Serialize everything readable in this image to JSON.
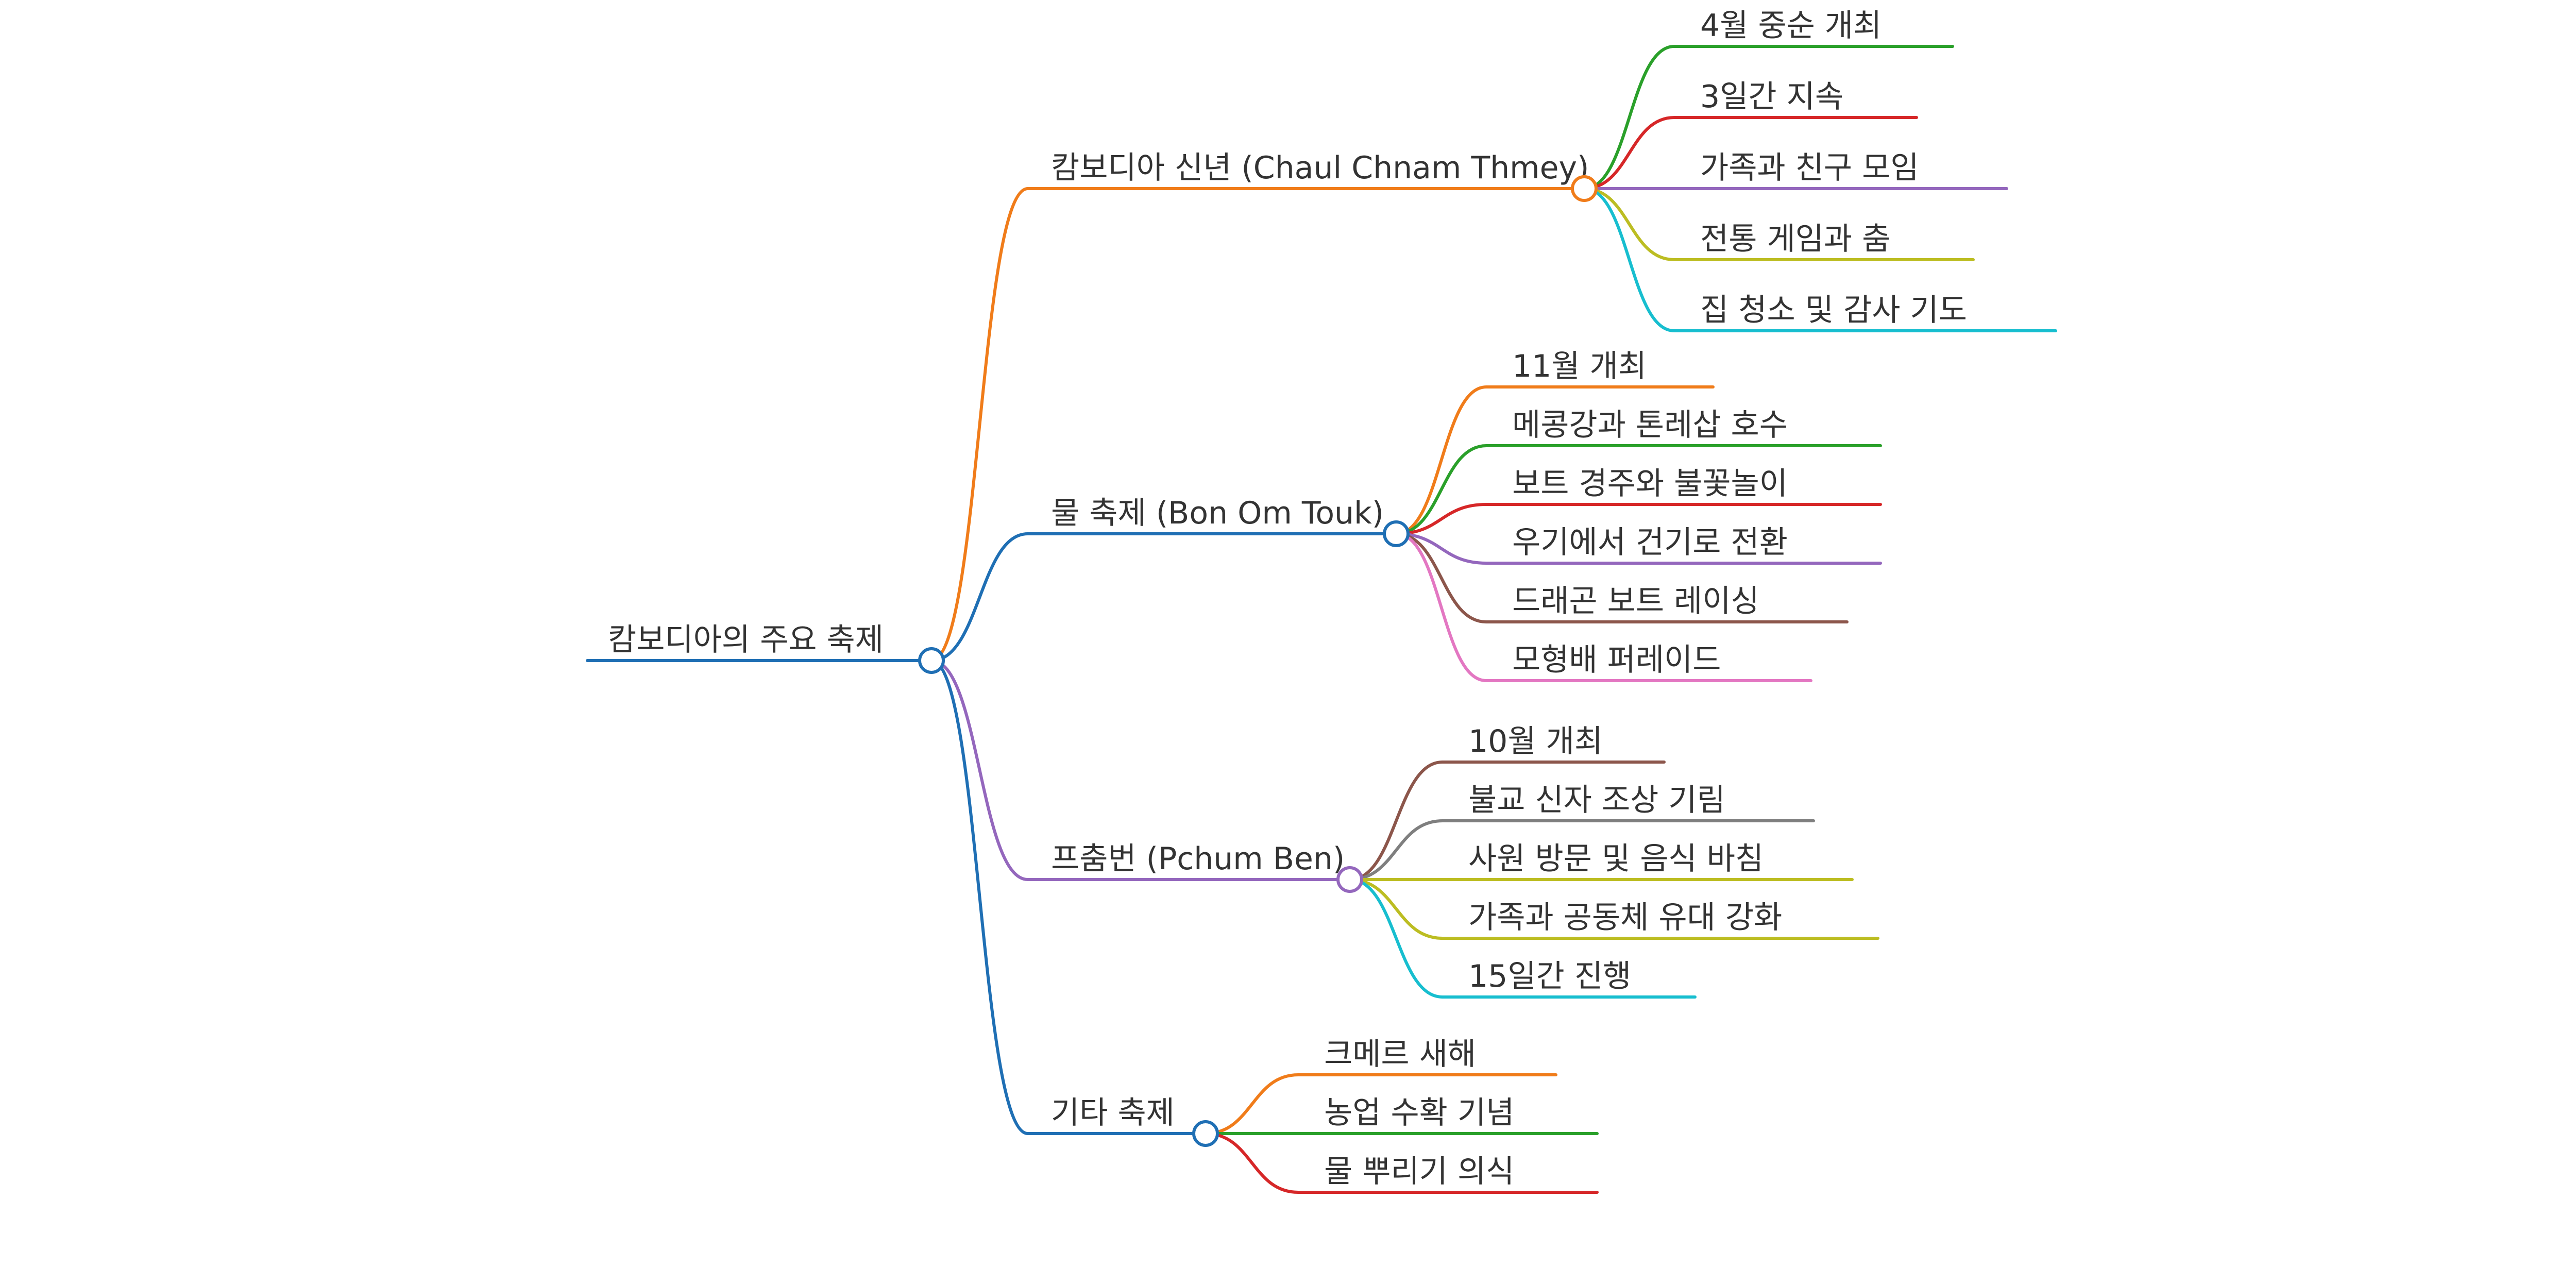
{
  "root": {
    "label": "캄보디아의 주요 축제",
    "color": "#1f6fb4"
  },
  "branches": [
    {
      "id": "new-year",
      "label": "캄보디아 신년 (Chaul Chnam Thmey)",
      "color": "#f07c1a",
      "children": [
        {
          "label": "4월 중순 개최",
          "color": "#2aa02a"
        },
        {
          "label": "3일간 지속",
          "color": "#d62728"
        },
        {
          "label": "가족과 친구 모임",
          "color": "#9467bd"
        },
        {
          "label": "전통 게임과 춤",
          "color": "#bcbd22"
        },
        {
          "label": "집 청소 및 감사 기도",
          "color": "#17becf"
        }
      ]
    },
    {
      "id": "water-festival",
      "label": "물 축제 (Bon Om Touk)",
      "color": "#1f6fb4",
      "children": [
        {
          "label": "11월 개최",
          "color": "#f07c1a"
        },
        {
          "label": "메콩강과 톤레삽 호수",
          "color": "#2aa02a"
        },
        {
          "label": "보트 경주와 불꽃놀이",
          "color": "#d62728"
        },
        {
          "label": "우기에서 건기로 전환",
          "color": "#9467bd"
        },
        {
          "label": "드래곤 보트 레이싱",
          "color": "#8c564b"
        },
        {
          "label": "모형배 퍼레이드",
          "color": "#e377c2"
        }
      ]
    },
    {
      "id": "pchum-ben",
      "label": "프춤번 (Pchum Ben)",
      "color": "#9467bd",
      "children": [
        {
          "label": "10월 개최",
          "color": "#8c564b"
        },
        {
          "label": "불교 신자 조상 기림",
          "color": "#7f7f7f"
        },
        {
          "label": "사원 방문 및 음식 바침",
          "color": "#bcbd22"
        },
        {
          "label": "가족과 공동체 유대 강화",
          "color": "#bcbd22"
        },
        {
          "label": "15일간 진행",
          "color": "#17becf"
        }
      ]
    },
    {
      "id": "other",
      "label": "기타 축제",
      "color": "#1f6fb4",
      "children": [
        {
          "label": "크메르 새해",
          "color": "#f07c1a"
        },
        {
          "label": "농업 수확 기념",
          "color": "#2aa02a"
        },
        {
          "label": "물 뿌리기 의식",
          "color": "#d62728"
        }
      ]
    }
  ]
}
